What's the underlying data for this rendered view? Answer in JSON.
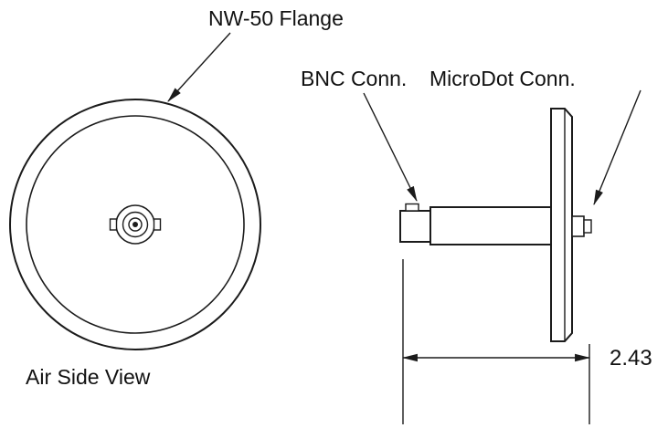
{
  "diagram": {
    "labels": {
      "flange": "NW-50 Flange",
      "bnc": "BNC Conn.",
      "microdot": "MicroDot Conn.",
      "view": "Air Side View"
    },
    "dimension": {
      "value": "2.43"
    },
    "colors": {
      "line-color": "#1b1b1b",
      "text-color": "#111111",
      "background": "#ffffff"
    }
  }
}
